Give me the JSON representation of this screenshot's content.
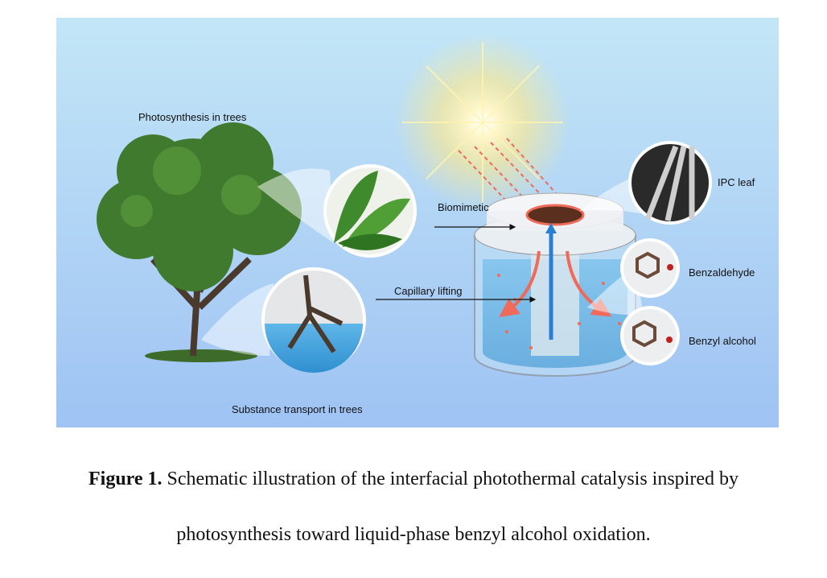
{
  "figure": {
    "labels": {
      "photosynthesis": "Photosynthesis in trees",
      "transport": "Substance transport in trees",
      "biomimetic": "Biomimetic",
      "capillary": "Capillary lifting",
      "ipc_leaf": "IPC leaf",
      "benzaldehyde": "Benzaldehyde",
      "benzyl_alcohol": "Benzyl alcohol"
    },
    "colors": {
      "sky_top": "#c3e6f7",
      "sky_bottom": "#9fc3f3",
      "heat_arrow": "#f06a5a",
      "water_arrow": "#2a7fd4"
    }
  },
  "caption": {
    "label": "Figure 1.",
    "line1": "Schematic illustration of the interfacial photothermal catalysis inspired by",
    "line2": "photosynthesis toward liquid-phase benzyl alcohol oxidation."
  }
}
